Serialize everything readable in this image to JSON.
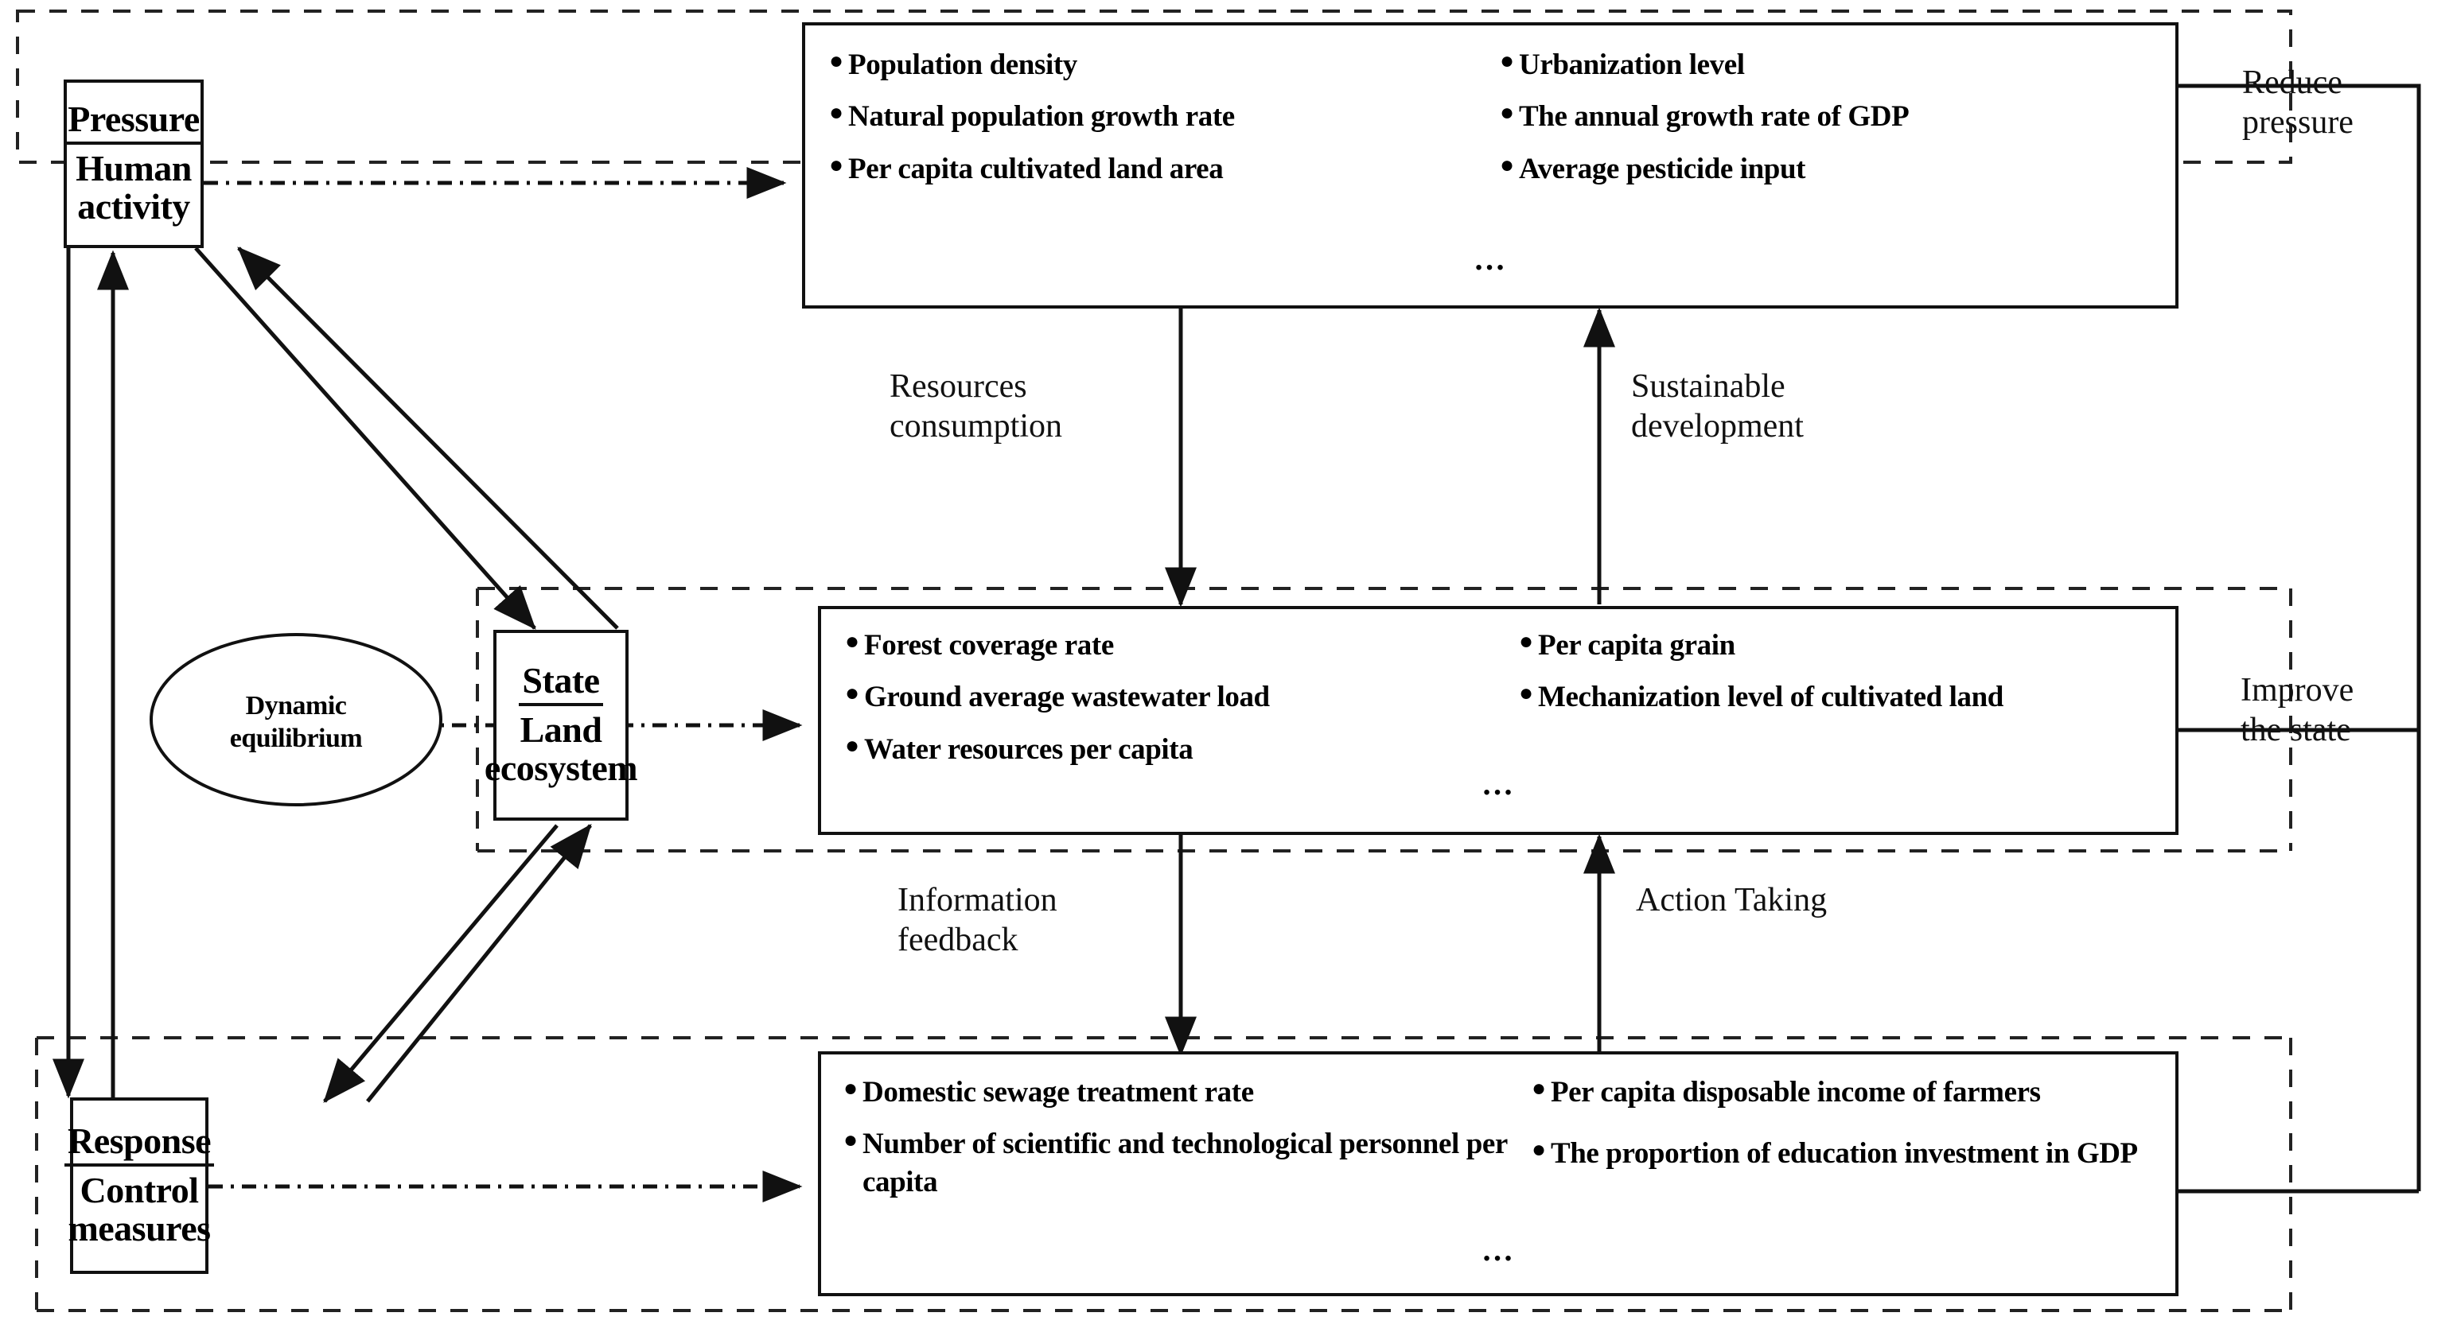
{
  "diagram": {
    "title": "PSR (Pressure-State-Response) land ecosystem framework",
    "bullet_glyph": "●",
    "ellipsis": "…"
  },
  "nodes": {
    "pressure": {
      "category": "Pressure",
      "subject": "Human activity"
    },
    "state": {
      "category": "State",
      "subject": "Land ecosystem"
    },
    "response": {
      "category": "Response",
      "subject": "Control measures"
    },
    "equilibrium": {
      "line1": "Dynamic",
      "line2": "equilibrium"
    }
  },
  "indicator_panels": [
    {
      "id": "pressure-indicators",
      "left_column": [
        "Population density",
        "Natural population growth rate",
        "Per capita cultivated land area"
      ],
      "right_column": [
        "Urbanization level",
        "The annual growth rate of GDP",
        "Average pesticide input"
      ],
      "more": "…"
    },
    {
      "id": "state-indicators",
      "left_column": [
        "Forest coverage rate",
        "Ground  average wastewater load",
        "Water resources per capita"
      ],
      "right_column": [
        "Per capita grain",
        "Mechanization  level of cultivated land"
      ],
      "more": "…"
    },
    {
      "id": "response-indicators",
      "left_column": [
        "Domestic sewage treatment rate",
        "Number  of scientific and technological personnel  per capita"
      ],
      "right_column": [
        "Per capita disposable  income of farmers",
        "The proportion  of education investment in GDP"
      ],
      "more": "…"
    }
  ],
  "edge_labels": {
    "resources_consumption": "Resources\nconsumption",
    "resources_consumption_l1": "Resources",
    "resources_consumption_l2": "consumption",
    "sustainable_development_l1": "Sustainable",
    "sustainable_development_l2": "development",
    "information_feedback_l1": "Information",
    "information_feedback_l2": "feedback",
    "action_taking": "Action Taking",
    "reduce_pressure_l1": "Reduce",
    "reduce_pressure_l2": "pressure",
    "improve_the_state_l1": "Improve",
    "improve_the_state_l2": "the state"
  },
  "colors": {
    "stroke": "#111111",
    "background": "#ffffff",
    "dashed_region": "#222222"
  }
}
